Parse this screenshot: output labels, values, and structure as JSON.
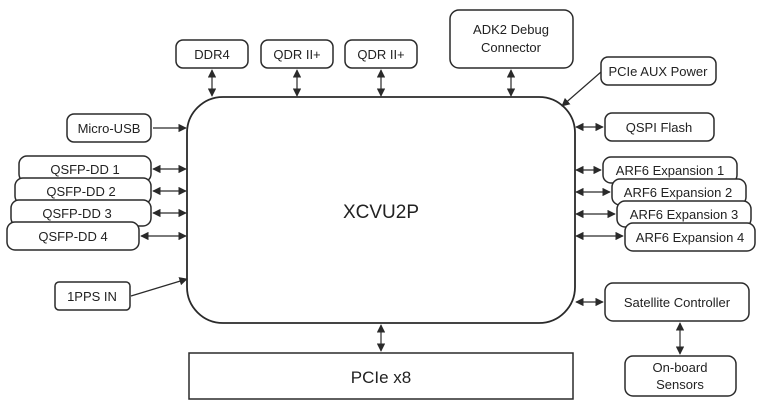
{
  "fpga": {
    "label": "XCVU2P"
  },
  "top": {
    "ddr4": "DDR4",
    "qdr1": "QDR II+",
    "qdr2": "QDR II+",
    "adk2_line1": "ADK2 Debug",
    "adk2_line2": "Connector",
    "pcie_aux": "PCIe AUX Power"
  },
  "left": {
    "micro_usb": "Micro-USB",
    "qsfp": [
      "QSFP-DD 1",
      "QSFP-DD 2",
      "QSFP-DD 3",
      "QSFP-DD 4"
    ],
    "pps": "1PPS IN"
  },
  "right": {
    "qspi": "QSPI Flash",
    "arf6": [
      "ARF6 Expansion 1",
      "ARF6 Expansion 2",
      "ARF6 Expansion 3",
      "ARF6 Expansion 4"
    ],
    "satellite": "Satellite Controller",
    "sensors_line1": "On-board",
    "sensors_line2": "Sensors"
  },
  "bottom": {
    "pcie": "PCIe x8"
  }
}
